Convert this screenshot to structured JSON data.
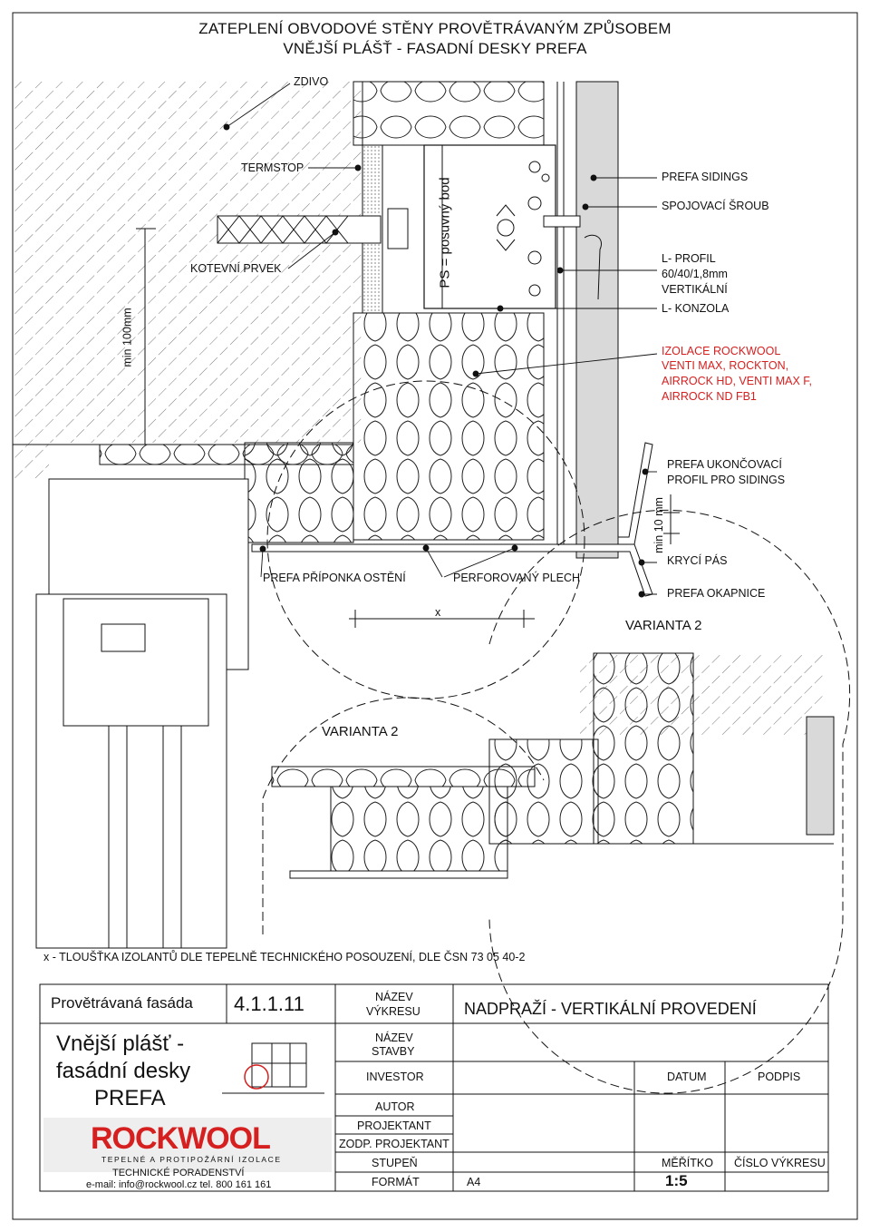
{
  "title": {
    "line1": "ZATEPLENÍ OBVODOVÉ STĚNY PROVĚTRÁVANÝM ZPŮSOBEM",
    "line2": "VNĚJŠÍ PLÁŠŤ - FASADNÍ DESKY PREFA"
  },
  "labels": {
    "zdivo": "ZDIVO",
    "termstop": "TERMSTOP",
    "kotevni": "KOTEVNÍ PRVEK",
    "ps": "PS = posuvný bod",
    "min100": "min 100mm",
    "sidings": "PREFA SIDINGS",
    "sroub": "SPOJOVACÍ ŠROUB",
    "lprofil1": "L- PROFIL",
    "lprofil2": "60/40/1,8mm",
    "lprofil3": "VERTIKÁLNÍ",
    "konzola": "L- KONZOLA",
    "izolace1": "IZOLACE ROCKWOOL",
    "izolace2": "VENTI MAX, ROCKTON,",
    "izolace3": "AIRROCK HD, VENTI MAX F,",
    "izolace4": "AIRROCK ND FB1",
    "ukoncovaci1": "PREFA UKONČOVACÍ",
    "ukoncovaci2": "PROFIL PRO SIDINGS",
    "min10": "min 10 mm",
    "kryci": "KRYCÍ PÁS",
    "okapnice": "PREFA OKAPNICE",
    "priponka": "PREFA PŘÍPONKA OSTĚNÍ",
    "plech": "PERFOROVANÝ PLECH",
    "x": "x",
    "varianta2a": "VARIANTA 2",
    "varianta2b": "VARIANTA 2",
    "note": "x - TLOUŠŤKA IZOLANTŮ DLE TEPELNĚ TECHNICKÉHO POSOUZENÍ, DLE ČSN 73 05 40-2"
  },
  "titleblock": {
    "category": "Provětrávaná fasáda",
    "number": "4.1.1.11",
    "subtitle1": "Vnější plášť -",
    "subtitle2": "fasádní desky",
    "subtitle3": "PREFA",
    "nazev_vykresu_l1": "NÁZEV",
    "nazev_vykresu_l2": "VÝKRESU",
    "nazev_vykresu_val": "NADPRAŽÍ - VERTIKÁLNÍ  PROVEDENÍ",
    "nazev_stavby_l1": "NÁZEV",
    "nazev_stavby_l2": "STAVBY",
    "investor": "INVESTOR",
    "datum": "DATUM",
    "podpis": "PODPIS",
    "autor": "AUTOR",
    "projektant": "PROJEKTANT",
    "zodp": "ZODP. PROJEKTANT",
    "stupen": "STUPEŇ",
    "meritko": "MĚŘÍTKO",
    "cislo": "ČÍSLO VÝKRESU",
    "format": "FORMÁT",
    "format_val": "A4",
    "meritko_val": "1:5",
    "brand": "ROCKWOOL",
    "brand_tag": "TEPELNÉ A PROTIPOŽÁRNÍ IZOLACE",
    "poradenstvi": "TECHNICKÉ PORADENSTVÍ",
    "contact": "e-mail: info@rockwool.cz tel. 800 161 161"
  },
  "colors": {
    "accent_red": "#d62020",
    "line": "#111111",
    "cladding": "#d9d9d9",
    "hatch": "#555555"
  }
}
